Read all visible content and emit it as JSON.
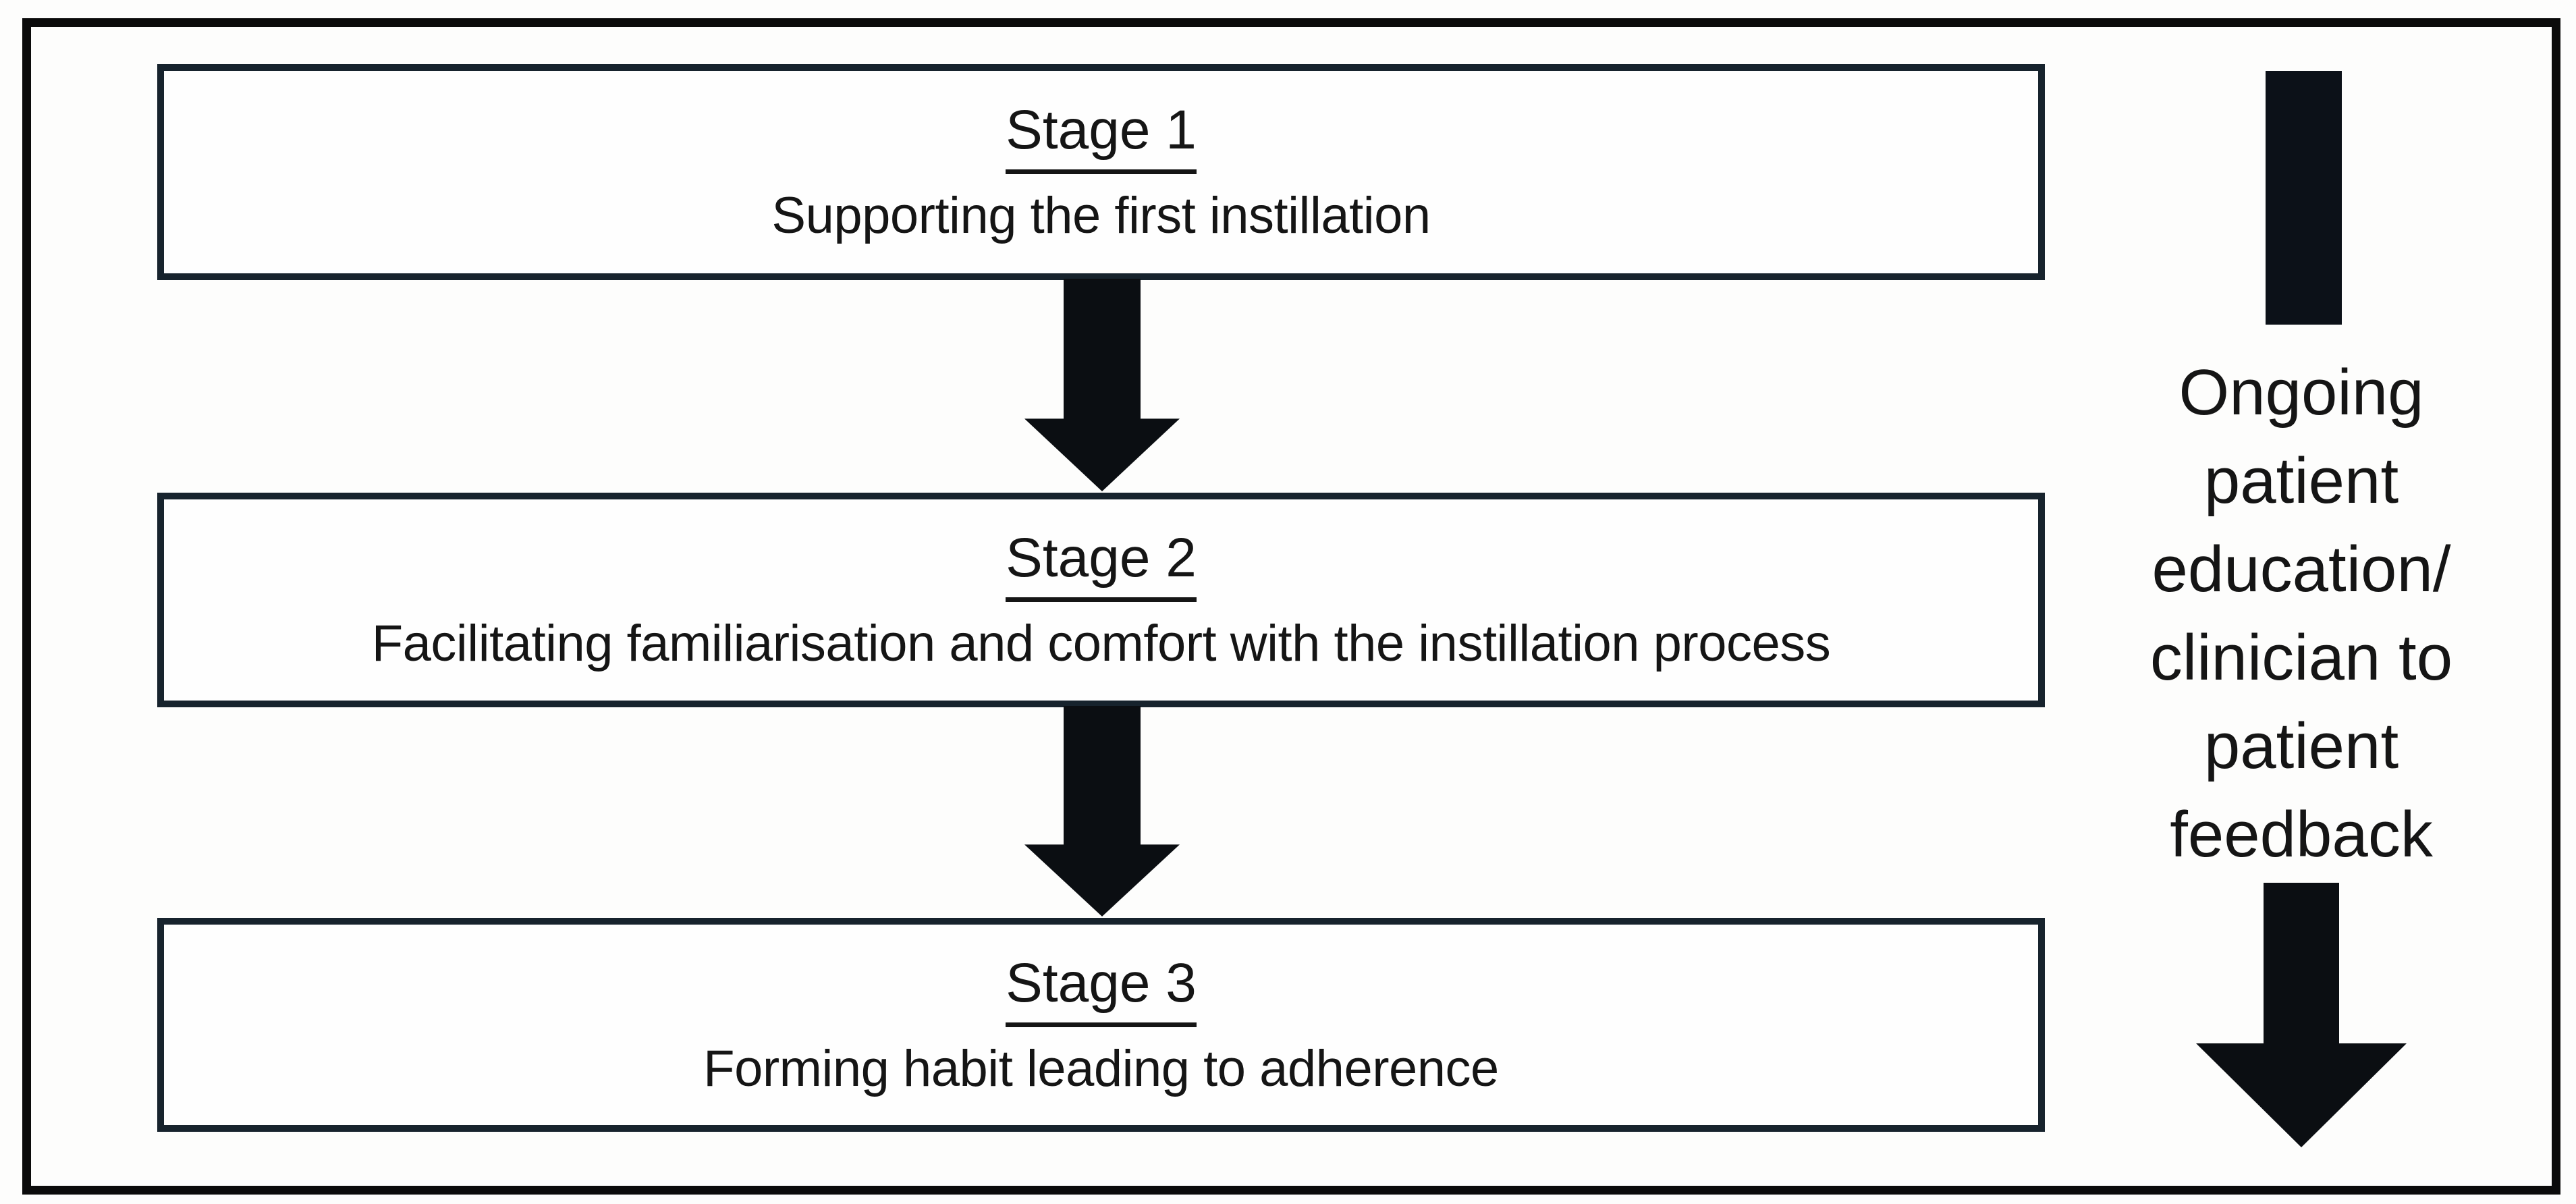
{
  "stages": [
    {
      "heading": "Stage 1",
      "description": "Supporting the first instillation"
    },
    {
      "heading": "Stage 2",
      "description": "Facilitating familiarisation and comfort with the instillation process"
    },
    {
      "heading": "Stage 3",
      "description": "Forming habit leading to adherence"
    }
  ],
  "side_note": {
    "lines": [
      "Ongoing",
      "patient",
      "education/",
      "clinician to",
      "patient",
      "feedback"
    ]
  },
  "colors": {
    "frame_border": "#0b0b0b",
    "box_border": "#17232d",
    "arrow_fill": "#0b0e12",
    "bar_fill": "#0c1118",
    "text_color": "#151515",
    "background": "#fdfdfc"
  }
}
